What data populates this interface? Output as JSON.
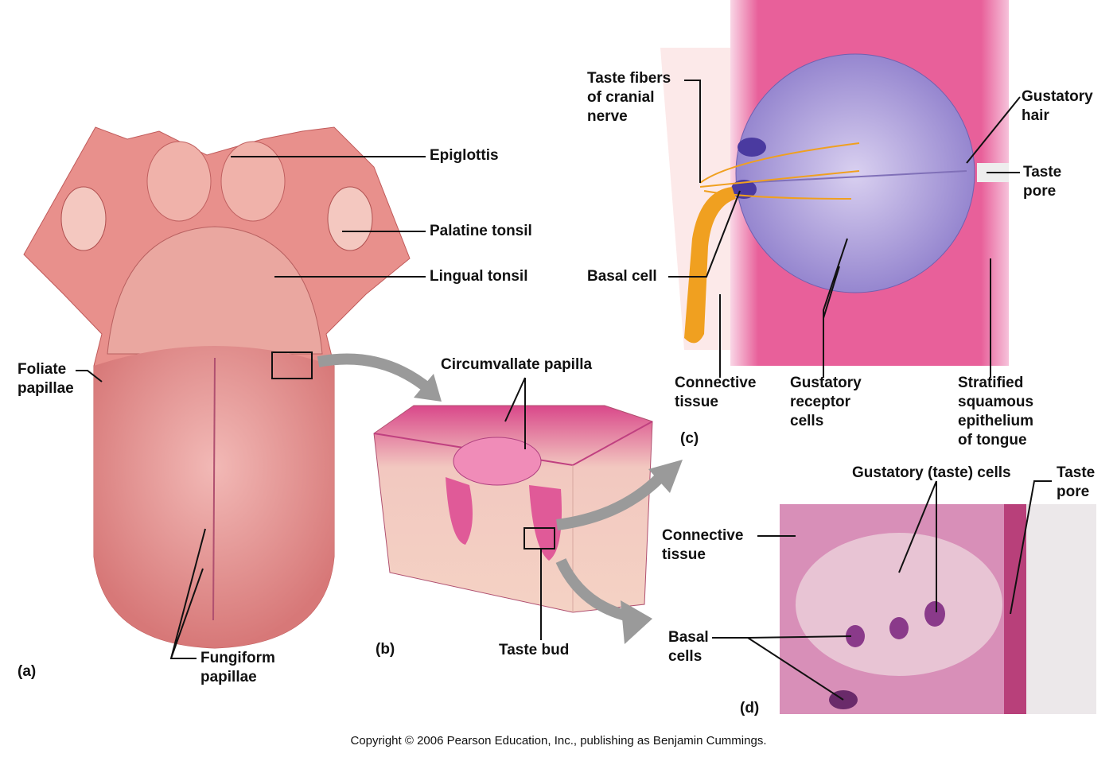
{
  "panels": {
    "a": "(a)",
    "b": "(b)",
    "c": "(c)",
    "d": "(d)"
  },
  "labels": {
    "epiglottis": "Epiglottis",
    "palatine_tonsil": "Palatine tonsil",
    "lingual_tonsil": "Lingual tonsil",
    "foliate_papillae": [
      "Foliate",
      "papillae"
    ],
    "fungiform_papillae": [
      "Fungiform",
      "papillae"
    ],
    "circumvallate_papilla": "Circumvallate papilla",
    "taste_bud": "Taste bud",
    "taste_fibers": [
      "Taste fibers",
      "of cranial",
      "nerve"
    ],
    "basal_cell": "Basal cell",
    "gustatory_hair": [
      "Gustatory",
      "hair"
    ],
    "taste_pore_c": [
      "Taste",
      "pore"
    ],
    "connective_tissue_c": [
      "Connective",
      "tissue"
    ],
    "gustatory_receptor_cells": [
      "Gustatory",
      "receptor",
      "cells"
    ],
    "stratified_epithelium": [
      "Stratified",
      "squamous",
      "epithelium",
      "of tongue"
    ],
    "gustatory_taste_cells": "Gustatory (taste) cells",
    "taste_pore_d": [
      "Taste",
      "pore"
    ],
    "connective_tissue_d": [
      "Connective",
      "tissue"
    ],
    "basal_cells": [
      "Basal",
      "cells"
    ]
  },
  "copyright": "Copyright © 2006 Pearson Education, Inc., publishing as Benjamin Cummings.",
  "colors": {
    "tongue": "#e59a9a",
    "epithelium": "#e8609a",
    "taste_bud": "#a99ad8",
    "nerve": "#f0a020",
    "arrow": "#9a9a9a"
  }
}
